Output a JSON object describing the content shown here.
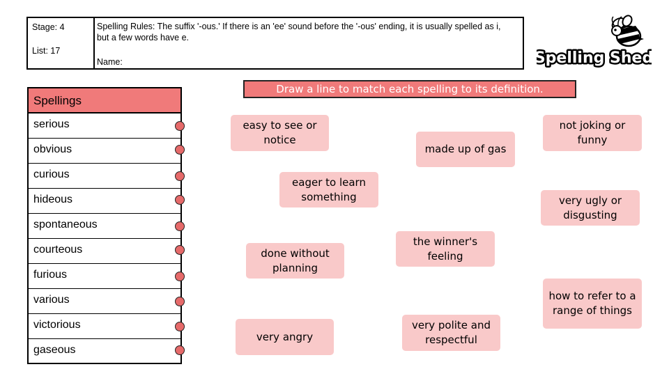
{
  "header": {
    "stage": "Stage: 4",
    "list": "List: 17",
    "rules": "Spelling Rules: The suffix '-ous.'  If there is an 'ee' sound before the '-ous' ending, it is usually spelled as i, but a few words have e.",
    "name_label": "Name:"
  },
  "logo_text": "Spelling Shed",
  "instruction": "Draw a line to match each spelling to its definition.",
  "spellings": {
    "title": "Spellings",
    "words": [
      "serious",
      "obvious",
      "curious",
      "hideous",
      "spontaneous",
      "courteous",
      "furious",
      "various",
      "victorious",
      "gaseous"
    ]
  },
  "definitions": {
    "easy_to_see": "easy to see or notice",
    "made_of_gas": "made up of gas",
    "not_joking": "not joking or funny",
    "eager": "eager to learn something",
    "ugly": "very ugly or disgusting",
    "winner": "the winner's feeling",
    "unplanned": "done without planning",
    "refer": "how to refer to a range of things",
    "angry": "very angry",
    "polite": "very polite and respectful"
  },
  "colors": {
    "accent": "#f07a7a",
    "card": "#f9c9c9",
    "dot": "#e66a6a"
  }
}
